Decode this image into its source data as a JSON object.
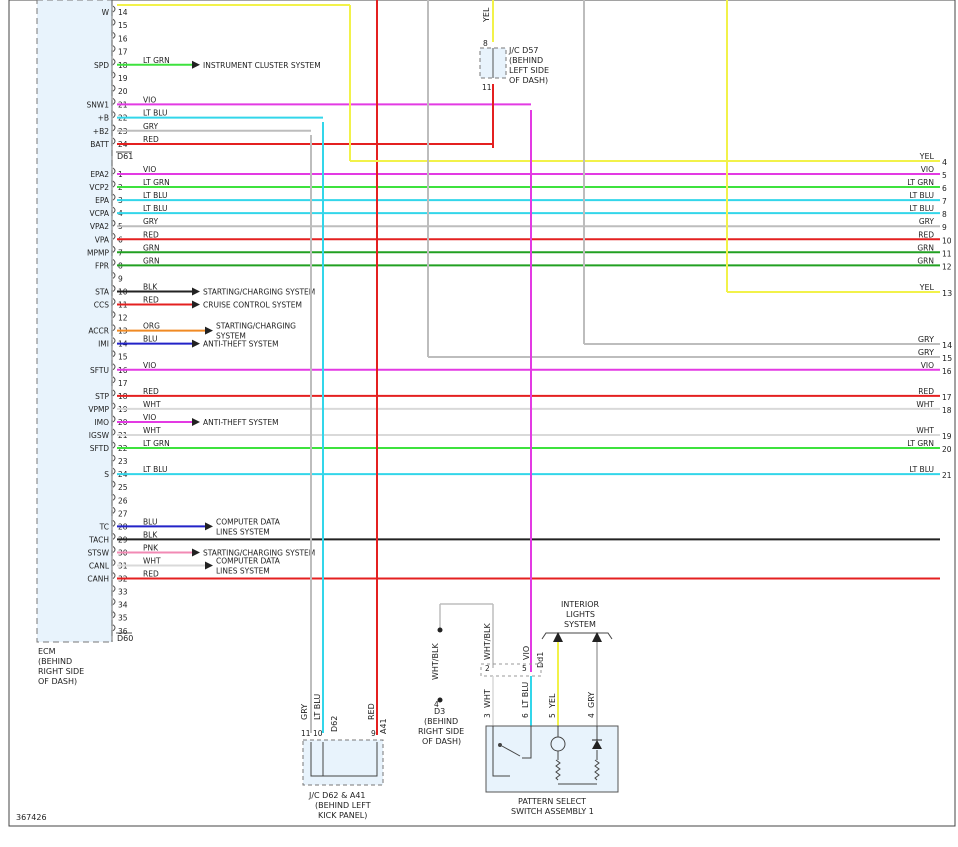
{
  "ecm": {
    "title_lines": [
      "ECM",
      "(BEHIND",
      "RIGHT SIDE",
      "OF DASH)"
    ],
    "connector_top": "D61",
    "connector_bottom": "D60"
  },
  "upper_pins": [
    {
      "name": "W",
      "pin": "14",
      "color": "",
      "hex": "#f2f24a"
    },
    {
      "name": "",
      "pin": "15"
    },
    {
      "name": "",
      "pin": "16"
    },
    {
      "name": "",
      "pin": "17"
    },
    {
      "name": "SPD",
      "pin": "18",
      "color": "LT GRN",
      "hex": "#3ee23e",
      "dest": "INSTRUMENT CLUSTER SYSTEM"
    },
    {
      "name": "",
      "pin": "19"
    },
    {
      "name": "",
      "pin": "20"
    },
    {
      "name": "SNW1",
      "pin": "21",
      "color": "VIO",
      "hex": "#e33ae3"
    },
    {
      "name": "+B",
      "pin": "22",
      "color": "LT BLU",
      "hex": "#33d6ea"
    },
    {
      "name": "+B2",
      "pin": "23",
      "color": "GRY",
      "hex": "#bdbdbd"
    },
    {
      "name": "BATT",
      "pin": "24",
      "color": "RED",
      "hex": "#e42020"
    }
  ],
  "lower_pins": [
    {
      "name": "EPA2",
      "pin": "1",
      "color": "VIO",
      "hex": "#e33ae3",
      "out_label": "VIO",
      "out_num": "5"
    },
    {
      "name": "VCP2",
      "pin": "2",
      "color": "LT GRN",
      "hex": "#3ee23e",
      "out_label": "LT GRN",
      "out_num": "6"
    },
    {
      "name": "EPA",
      "pin": "3",
      "color": "LT BLU",
      "hex": "#33d6ea",
      "out_label": "LT BLU",
      "out_num": "7"
    },
    {
      "name": "VCPA",
      "pin": "4",
      "color": "LT BLU",
      "hex": "#33d6ea",
      "out_label": "LT BLU",
      "out_num": "8"
    },
    {
      "name": "VPA2",
      "pin": "5",
      "color": "GRY",
      "hex": "#bdbdbd",
      "out_label": "GRY",
      "out_num": "9"
    },
    {
      "name": "VPA",
      "pin": "6",
      "color": "RED",
      "hex": "#e42020",
      "out_label": "RED",
      "out_num": "10"
    },
    {
      "name": "MPMP",
      "pin": "7",
      "color": "GRN",
      "hex": "#22a022",
      "out_label": "GRN",
      "out_num": "11"
    },
    {
      "name": "FPR",
      "pin": "8",
      "color": "GRN",
      "hex": "#22a022",
      "out_label": "GRN",
      "out_num": "12"
    },
    {
      "name": "",
      "pin": "9"
    },
    {
      "name": "STA",
      "pin": "10",
      "color": "BLK",
      "hex": "#222222",
      "dest": "STARTING/CHARGING SYSTEM"
    },
    {
      "name": "CCS",
      "pin": "11",
      "color": "RED",
      "hex": "#e42020",
      "dest": "CRUISE CONTROL SYSTEM"
    },
    {
      "name": "",
      "pin": "12"
    },
    {
      "name": "ACCR",
      "pin": "13",
      "color": "ORG",
      "hex": "#f08a24",
      "dest": "STARTING/CHARGING",
      "dest2": "SYSTEM"
    },
    {
      "name": "IMI",
      "pin": "14",
      "color": "BLU",
      "hex": "#2323c8",
      "dest": "ANTI-THEFT SYSTEM"
    },
    {
      "name": "",
      "pin": "15"
    },
    {
      "name": "SFTU",
      "pin": "16",
      "color": "VIO",
      "hex": "#e33ae3",
      "out_label": "VIO",
      "out_num": "16"
    },
    {
      "name": "",
      "pin": "17"
    },
    {
      "name": "STP",
      "pin": "18",
      "color": "RED",
      "hex": "#e42020",
      "out_label": "RED",
      "out_num": "17"
    },
    {
      "name": "VPMP",
      "pin": "19",
      "color": "WHT",
      "hex": "#d9d9d9",
      "out_label": "WHT",
      "out_num": "18"
    },
    {
      "name": "IMO",
      "pin": "20",
      "color": "VIO",
      "hex": "#e33ae3",
      "dest": "ANTI-THEFT SYSTEM"
    },
    {
      "name": "IGSW",
      "pin": "21",
      "color": "WHT",
      "hex": "#d9d9d9",
      "out_label": "WHT",
      "out_num": "19"
    },
    {
      "name": "SFTD",
      "pin": "22",
      "color": "LT GRN",
      "hex": "#3ee23e",
      "out_label": "LT GRN",
      "out_num": "20"
    },
    {
      "name": "",
      "pin": "23"
    },
    {
      "name": "S",
      "pin": "24",
      "color": "LT BLU",
      "hex": "#33d6ea",
      "out_label": "LT BLU",
      "out_num": "21"
    },
    {
      "name": "",
      "pin": "25"
    },
    {
      "name": "",
      "pin": "26"
    },
    {
      "name": "",
      "pin": "27"
    },
    {
      "name": "TC",
      "pin": "28",
      "color": "BLU",
      "hex": "#2323c8",
      "dest": "COMPUTER DATA",
      "dest2": "LINES SYSTEM"
    },
    {
      "name": "TACH",
      "pin": "29",
      "color": "BLK",
      "hex": "#222222"
    },
    {
      "name": "STSW",
      "pin": "30",
      "color": "PNK",
      "hex": "#f28ab4",
      "dest": "STARTING/CHARGING SYSTEM"
    },
    {
      "name": "CANL",
      "pin": "31",
      "color": "WHT",
      "hex": "#d9d9d9",
      "dest": "COMPUTER DATA",
      "dest2": "LINES SYSTEM"
    },
    {
      "name": "CANH",
      "pin": "32",
      "color": "RED",
      "hex": "#e42020"
    },
    {
      "name": "",
      "pin": "33"
    },
    {
      "name": "",
      "pin": "34"
    },
    {
      "name": "",
      "pin": "35"
    },
    {
      "name": "",
      "pin": "36"
    }
  ],
  "right_extra": [
    {
      "label": "YEL",
      "num": "4",
      "hex": "#f2f24a"
    },
    {
      "label": "YEL",
      "num": "13",
      "hex": "#f2f24a"
    },
    {
      "label": "GRY",
      "num": "14",
      "hex": "#bdbdbd"
    },
    {
      "label": "GRY",
      "num": "15",
      "hex": "#bdbdbd"
    }
  ],
  "jc_d57": {
    "lines": [
      "J/C D57",
      "(BEHIND",
      "LEFT SIDE",
      "OF DASH)"
    ],
    "wire": "YEL",
    "pin_top": "8",
    "pin_bottom": "11"
  },
  "jc_d62": {
    "lines": [
      "J/C D62 & A41",
      "(BEHIND LEFT",
      "KICK PANEL)"
    ],
    "pins": [
      "11",
      "10",
      "9"
    ],
    "wires": [
      "GRY",
      "LT BLU",
      "RED"
    ],
    "conn1": "D62",
    "conn2": "A41"
  },
  "d3": {
    "lines": [
      "D3",
      "(BEHIND",
      "RIGHT SIDE",
      "OF DASH)"
    ],
    "wire": "WHT/BLK",
    "pin": "4"
  },
  "switch": {
    "lines": [
      "PATTERN SELECT",
      "SWITCH ASSEMBLY 1"
    ],
    "upper_pins": [
      "2",
      "5"
    ],
    "upper_wires": [
      "WHT/BLK",
      "VIO"
    ],
    "conn": "Dd1",
    "lower_pins": [
      "3",
      "6",
      "5",
      "4"
    ],
    "lower_wires": [
      "WHT",
      "LT BLU",
      "YEL",
      "GRY"
    ]
  },
  "interior": {
    "lines": [
      "INTERIOR",
      "LIGHTS",
      "SYSTEM"
    ]
  },
  "ref_number": "367426"
}
